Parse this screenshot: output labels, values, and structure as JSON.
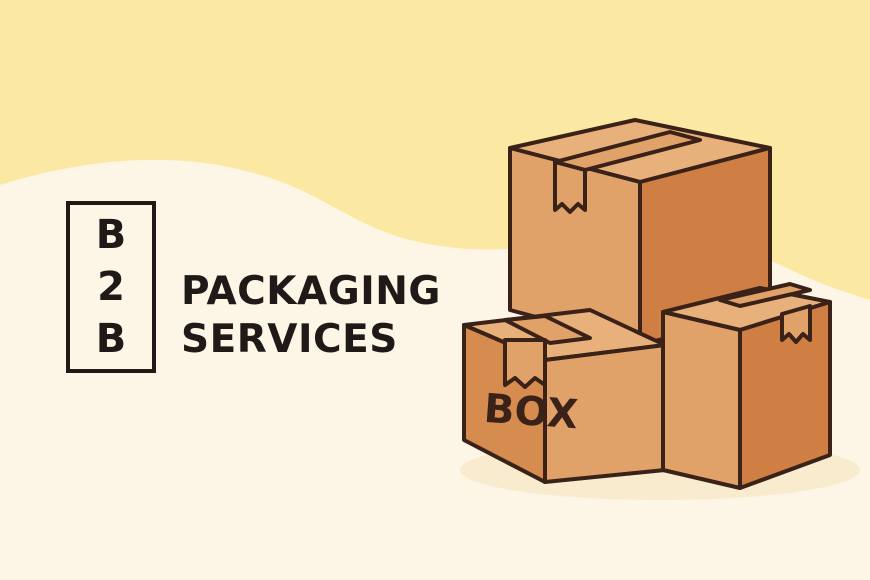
{
  "logo": {
    "letters": [
      "B",
      "2",
      "B"
    ]
  },
  "tagline": {
    "line1": "PACKAGING",
    "line2": "SERVICES"
  },
  "box": {
    "label": "BOX"
  },
  "colors": {
    "background_top": "#FBE9A3",
    "background_bottom": "#FDF6E6",
    "text": "#1F1A17",
    "cardboard_light": "#E1A26A",
    "cardboard_mid": "#D68B4F",
    "cardboard_dark": "#C77537",
    "outline": "#3A2219"
  }
}
